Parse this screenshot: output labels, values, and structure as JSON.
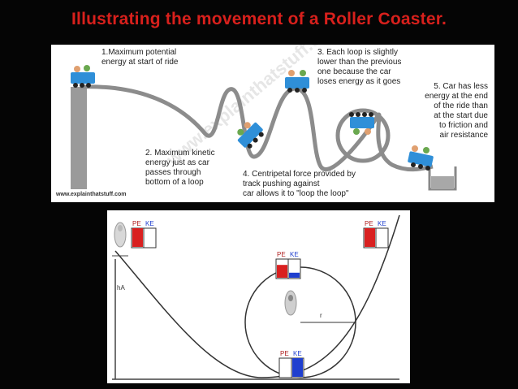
{
  "slide": {
    "title": "Illustrating the movement of a Roller Coaster."
  },
  "top_figure": {
    "label_1": [
      "1.Maximum potential",
      "energy at start of ride"
    ],
    "label_2": [
      "2. Maximum kinetic",
      "energy  just as car",
      "passes through",
      "bottom of a loop"
    ],
    "label_3": [
      "3. Each loop is slightly",
      "lower than the previous",
      "one because the car",
      "loses energy as it goes"
    ],
    "label_4": [
      "4. Centripetal force provided by",
      "track pushing against",
      "car allows it to \"loop the loop\""
    ],
    "label_5": [
      "5. Car has less",
      "energy at the end",
      "of the ride than",
      "at the start due",
      "to friction and",
      "air resistance"
    ],
    "source": "www.explainthatstuff.com",
    "watermark": "www.explainthatstuff.com"
  },
  "bottom_figure": {
    "pe_label": "PE",
    "ke_label": "KE",
    "height_label": "hA",
    "radius_label": "r",
    "gauges": [
      {
        "id": "top-left",
        "pe_fraction": 1.0,
        "ke_fraction": 0.0
      },
      {
        "id": "loop-top",
        "pe_fraction": 0.7,
        "ke_fraction": 0.3
      },
      {
        "id": "loop-bottom",
        "pe_fraction": 0.0,
        "ke_fraction": 1.0
      },
      {
        "id": "top-right",
        "pe_fraction": 1.0,
        "ke_fraction": 0.0
      }
    ]
  },
  "colors": {
    "title": "#d8201c",
    "pe_fill": "#d92020",
    "ke_fill": "#1f3fcf",
    "track": "#888888",
    "car": "#2f8fd8"
  }
}
